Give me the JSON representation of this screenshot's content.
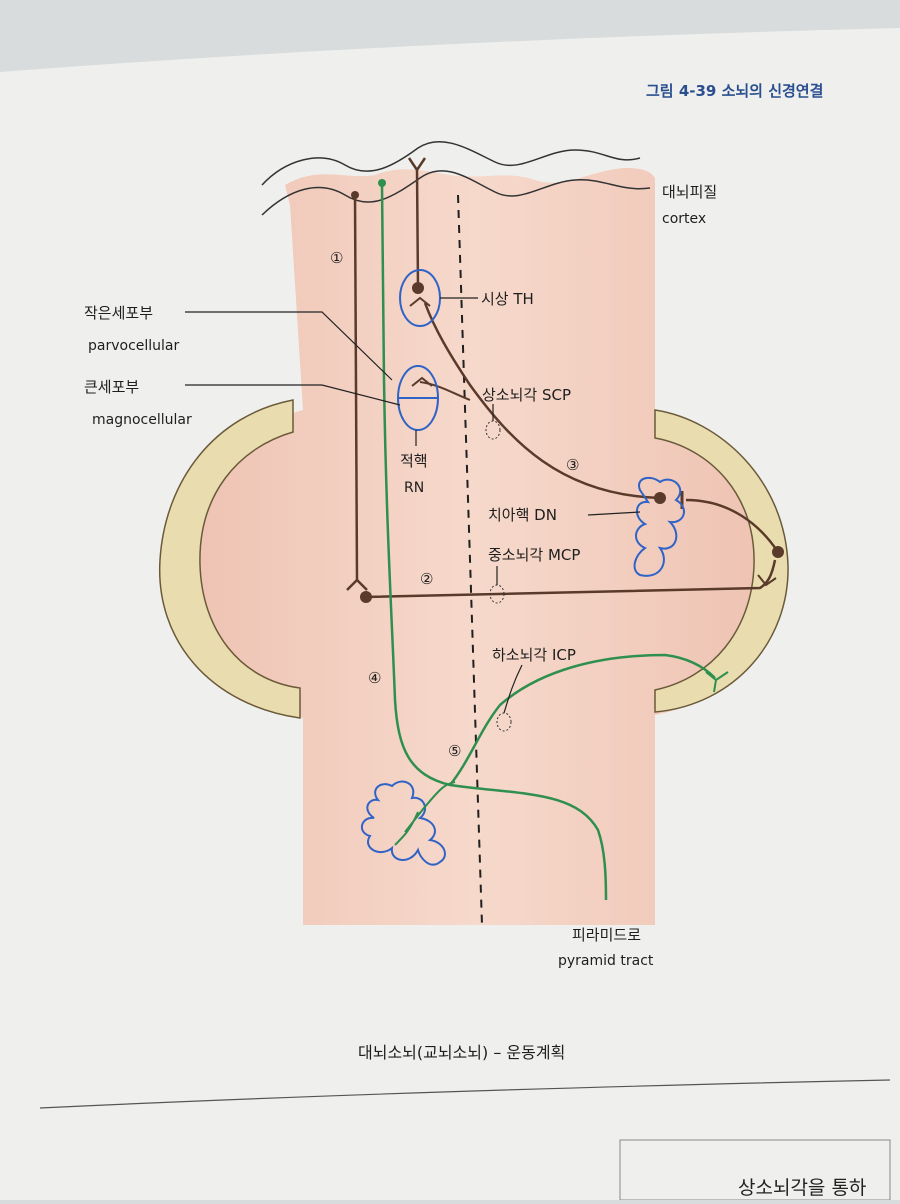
{
  "header": {
    "figure_title": "그림 4-39 소뇌의 신경연결"
  },
  "labels": {
    "cortex_ko": "대뇌피질",
    "cortex_en": "cortex",
    "parvo_ko": "작은세포부",
    "parvo_en": "parvocellular",
    "magno_ko": "큰세포부",
    "magno_en": "magnocellular",
    "thalamus": "시상  TH",
    "scp": "상소뇌각  SCP",
    "rn_ko": "적핵",
    "rn_en": "RN",
    "dn": "치아핵  DN",
    "mcp": "중소뇌각  MCP",
    "icp": "하소뇌각  ICP",
    "pyramid_ko": "피라미드로",
    "pyramid_en": "pyramid tract"
  },
  "numbers": {
    "n1": "①",
    "n2": "②",
    "n3": "③",
    "n4": "④",
    "n5": "⑤"
  },
  "caption": "대뇌소뇌(교뇌소뇌) – 운동계획",
  "next_page_fragment": "상소뇌각을 통하",
  "colors": {
    "page": "#f0f1ef",
    "brainstem": "#f2cfc0",
    "cerebellum": "#e9ddb0",
    "blue_nucleus": "#2f63c6",
    "green_pathway": "#2f8f4f",
    "brown_pathway": "#5a3a2a"
  }
}
